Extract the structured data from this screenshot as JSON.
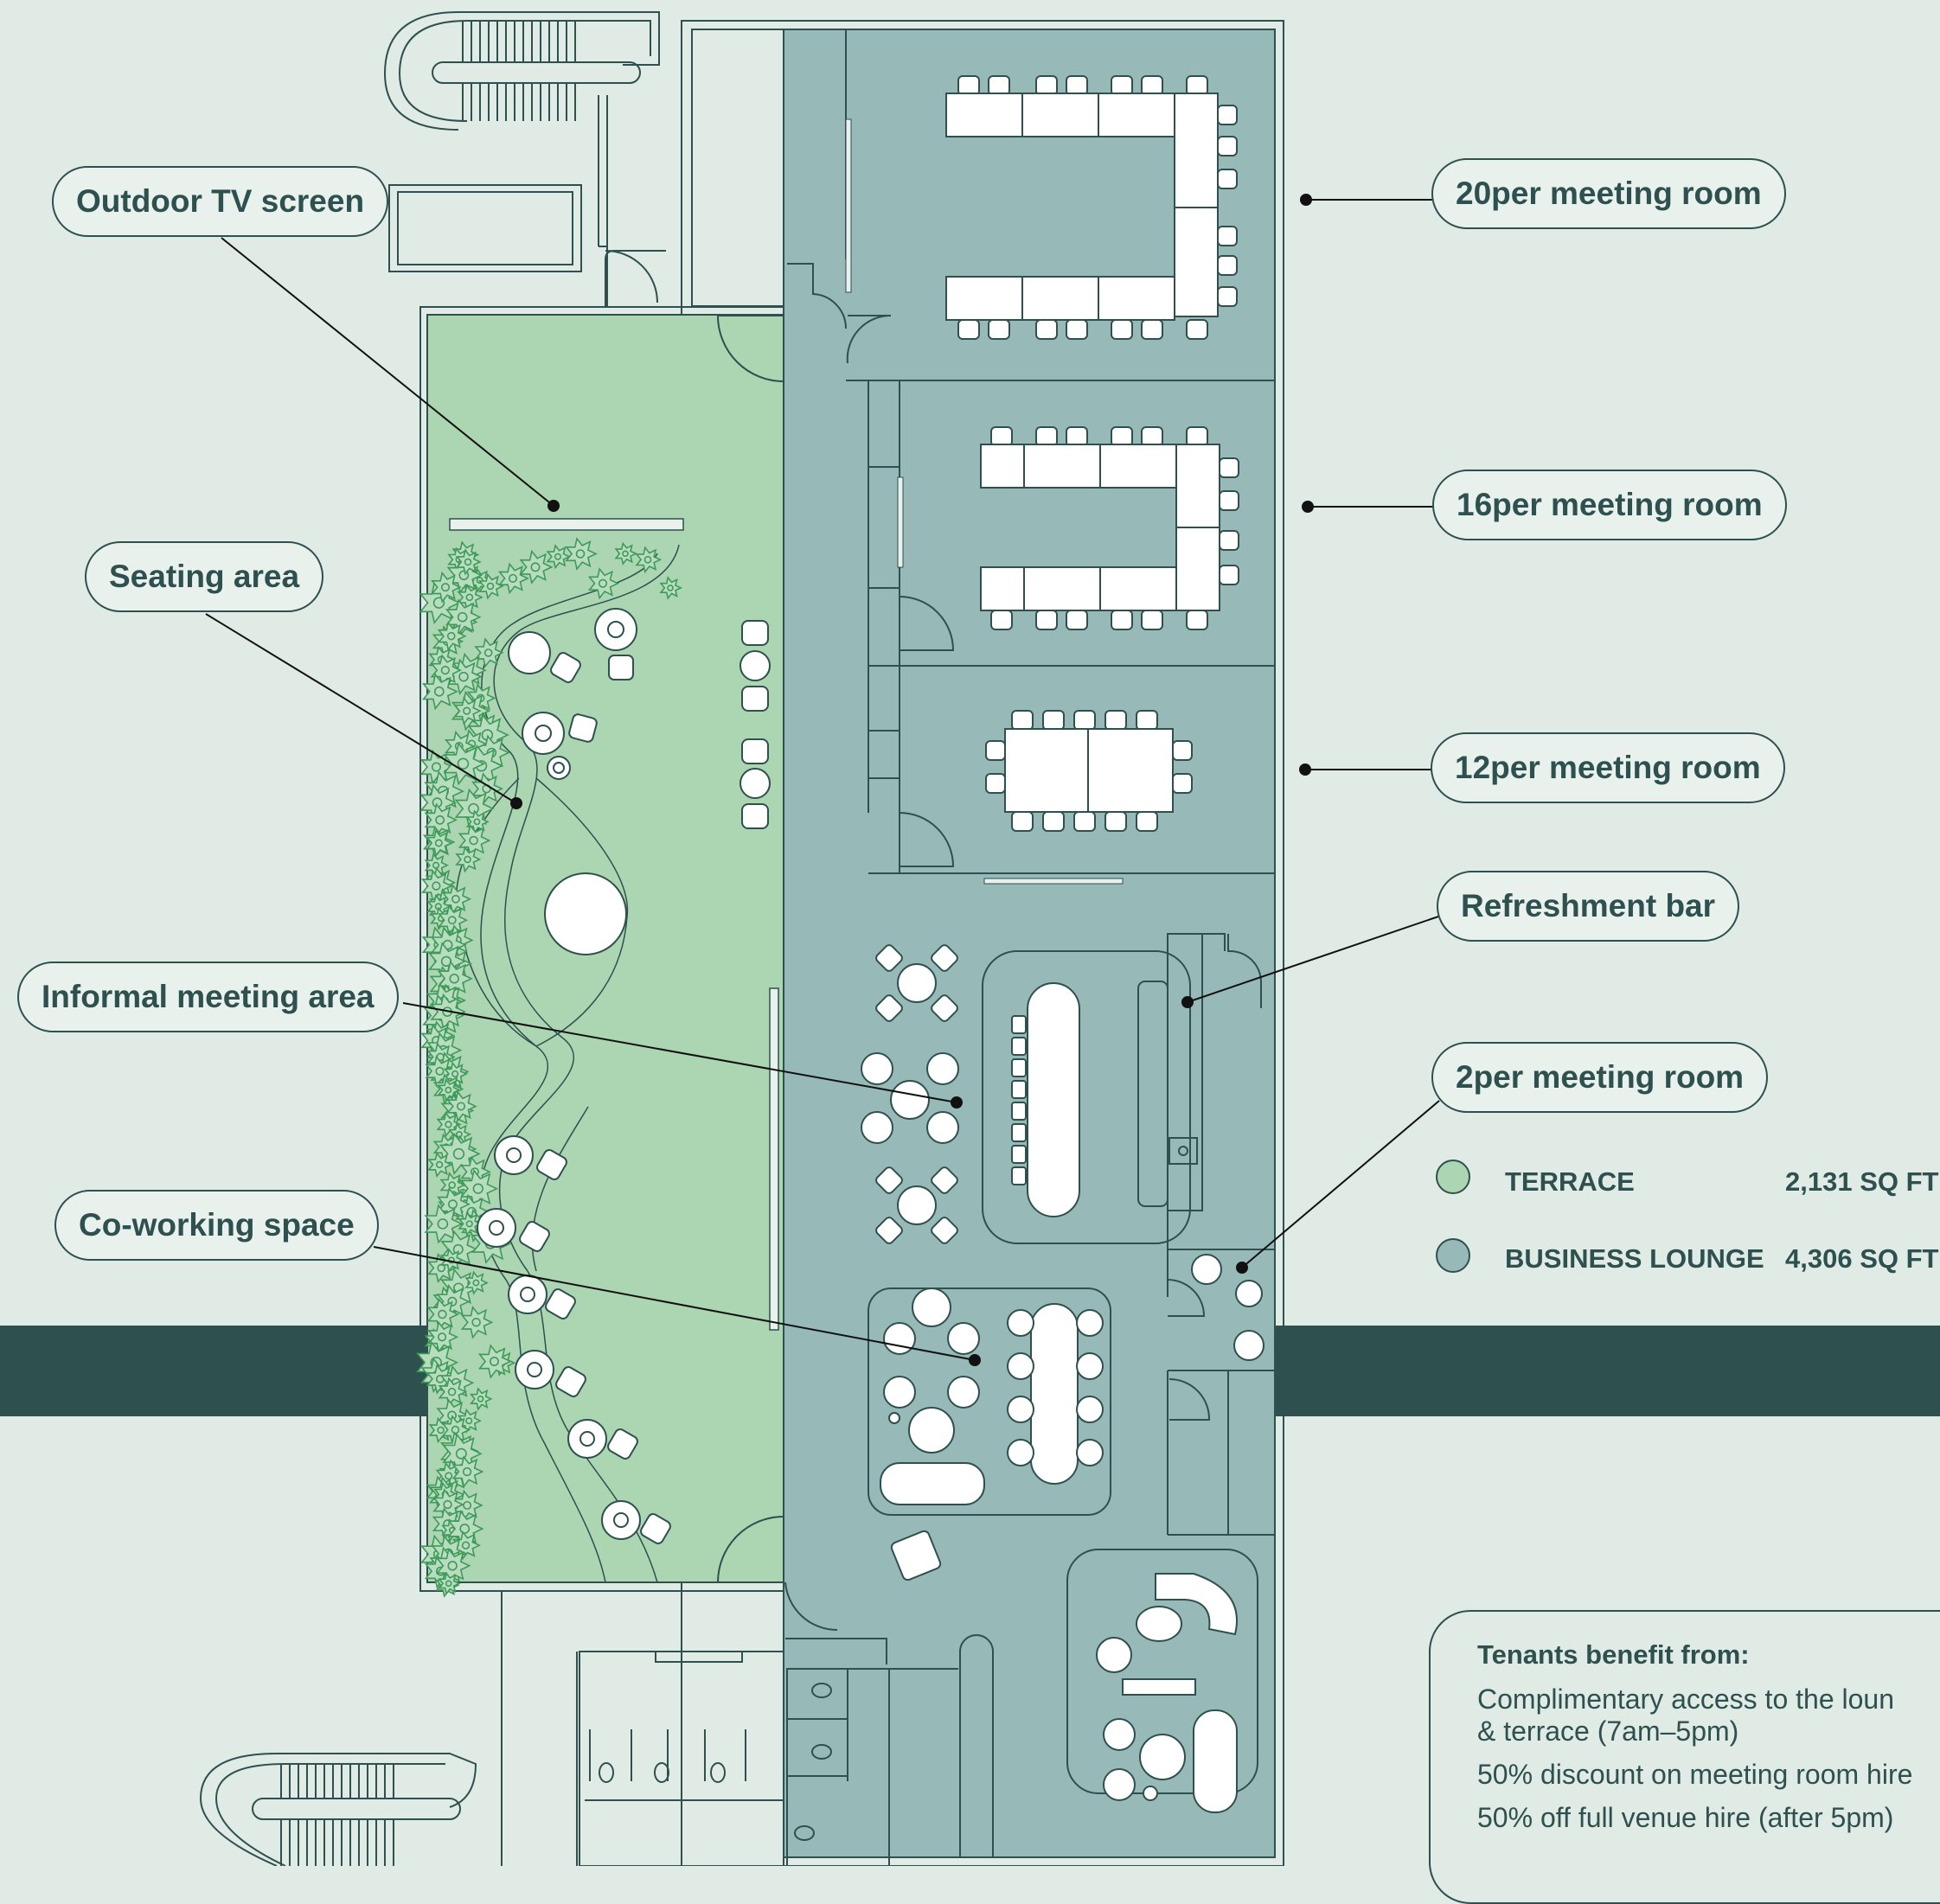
{
  "colors": {
    "background": "#e1ebe5",
    "terrace": "#acd5b1",
    "business_lounge": "#97bab8",
    "band": "#2e504f",
    "text": "#2e504f",
    "plant": "#3f9a5a"
  },
  "callouts": {
    "outdoor_tv": "Outdoor TV screen",
    "seating": "Seating area",
    "informal": "Informal meeting area",
    "coworking": "Co-working space",
    "room20": "20per meeting room",
    "room16": "16per meeting room",
    "room12": "12per meeting room",
    "refreshment": "Refreshment bar",
    "room2": "2per meeting room"
  },
  "legend": [
    {
      "label": "TERRACE",
      "area": "2,131 SQ FT",
      "color": "#acd5b1"
    },
    {
      "label": "BUSINESS LOUNGE",
      "area": "4,306 SQ FT",
      "color": "#97bab8"
    }
  ],
  "benefits": {
    "title": "Tenants benefit from:",
    "items": [
      "Complimentary access to the loun",
      "& terrace (7am–5pm)",
      "50% discount on meeting room hire",
      "50% off full venue hire (after 5pm)"
    ]
  }
}
